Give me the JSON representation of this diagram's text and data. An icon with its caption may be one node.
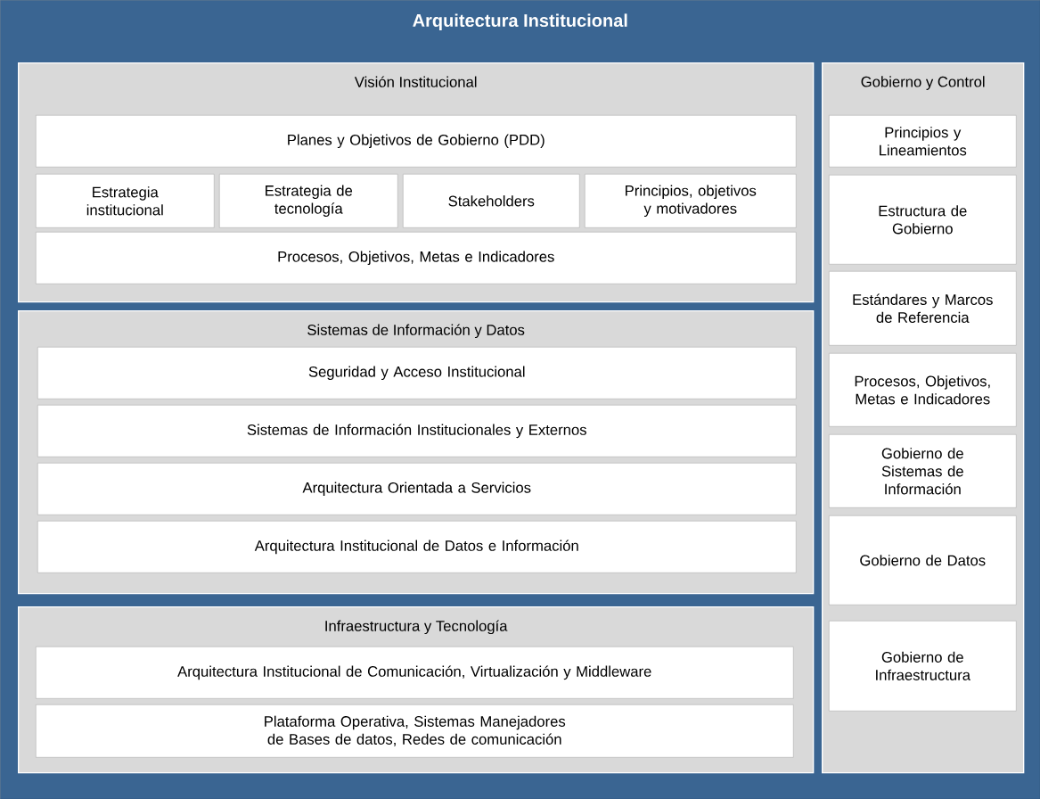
{
  "diagram": {
    "nodes": [
      {
        "text": [
          "Arquitectura Institucional"
        ]
      },
      {
        "text": [
          "Visión Institucional"
        ],
        "in": 0
      },
      {
        "text": [
          "Planes y Objetivos de Gobierno (PDD)"
        ],
        "in": 1
      },
      {
        "text": [
          "Estrategia institucional"
        ],
        "in": 1
      },
      {
        "text": [
          "Estrategia de tecnología"
        ],
        "in": 1
      },
      {
        "text": [
          "Stakeholders"
        ],
        "in": 1
      },
      {
        "text": [
          "Principios, objetivos y motivadores"
        ],
        "in": 1
      },
      {
        "text": [
          "Procesos, Objetivos, Metas e Indicadores"
        ],
        "in": 1
      },
      {
        "text": [
          "Sistemas de Información y Datos"
        ],
        "in": 0
      },
      {
        "text": [
          "Seguridad y Acceso Institucional"
        ],
        "in": 8
      },
      {
        "text": [
          "Sistemas de Información Institucionales y Externos"
        ],
        "in": 8
      },
      {
        "text": [
          "Arquitectura Orientada a Servicios"
        ],
        "in": 8
      },
      {
        "text": [
          "Arquitectura Institucional de Datos e Información"
        ],
        "in": 8
      },
      {
        "text": [
          "Infraestructura y Tecnología"
        ],
        "in": 0
      },
      {
        "text": [
          "Arquitectura Institucional de Comunicación, Virtualización y Middleware"
        ],
        "in": 13
      },
      {
        "text": [
          "Plataforma Operativa, Sistemas Manejadores de Bases de datos, Redes de comunicación"
        ],
        "in": 13
      },
      {
        "text": [
          "Gobierno y Control"
        ],
        "in": 0
      },
      {
        "text": [
          "Principios y Lineamientos"
        ],
        "in": 16
      },
      {
        "text": [
          "Estructura de Gobierno"
        ],
        "in": 16
      },
      {
        "text": [
          "Estándares y Marcos de Referencia"
        ],
        "in": 16
      },
      {
        "text": [
          "Procesos, Objetivos, Metas e Indicadores"
        ],
        "in": 16
      },
      {
        "text": [
          "Gobierno de Sistemas de Información"
        ],
        "in": 16
      },
      {
        "text": [
          "Gobierno de Datos"
        ],
        "in": 16
      },
      {
        "text": [
          "Gobierno de Infraestructura"
        ],
        "in": 16
      }
    ]
  }
}
